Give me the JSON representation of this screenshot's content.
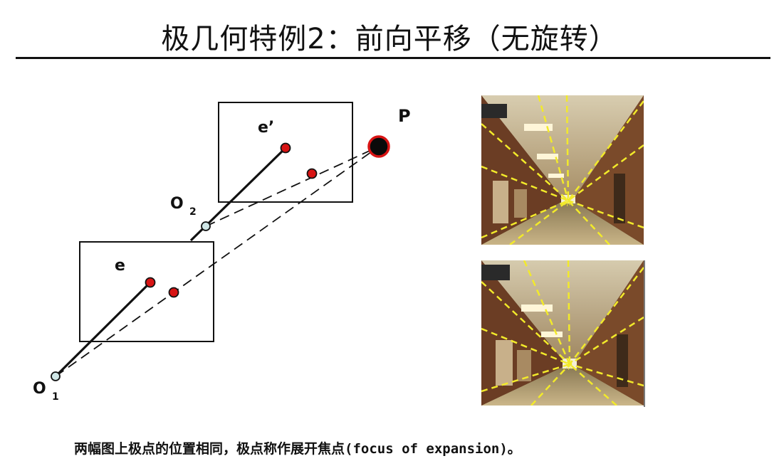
{
  "title": "极几何特例2：前向平移（无旋转）",
  "labels": {
    "e_prime": "e’",
    "e": "e",
    "P": "P",
    "O2": "O",
    "O2_sub": "2",
    "O1": "O",
    "O1_sub": "1"
  },
  "caption": "两幅图上极点的位置相同，极点称作展开焦点(focus of expansion)。",
  "colors": {
    "point_red": "#d81414",
    "camera_center": "#cfe6e6",
    "guide_yellow": "#f2ea2a"
  },
  "icons": {
    "photo_top": "hallway-photo",
    "photo_bottom": "hallway-photo"
  }
}
